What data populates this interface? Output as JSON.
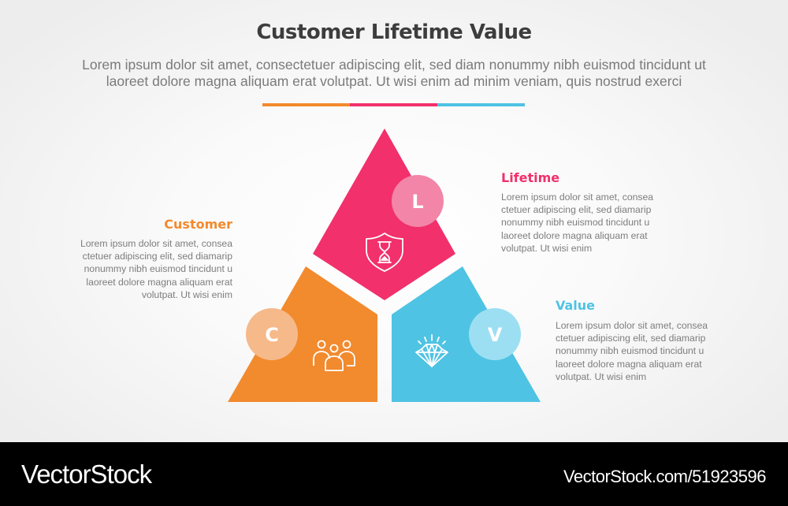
{
  "header": {
    "title": "Customer Lifetime Value",
    "subtitle_line1": "Lorem ipsum dolor sit amet, consectetuer adipiscing elit, sed diam nonummy nibh euismod tincidunt ut",
    "subtitle_line2": "laoreet dolore magna aliquam erat volutpat. Ut wisi enim ad minim veniam, quis nostrud exerci",
    "divider_colors": [
      "#f28a2e",
      "#f2306b",
      "#4fc3e3"
    ]
  },
  "colors": {
    "customer": "#f28a2e",
    "lifetime": "#f2306b",
    "value": "#4fc3e3",
    "customer_badge": "#f6b98a",
    "lifetime_badge": "#f285a8",
    "value_badge": "#9ddff2"
  },
  "segments": [
    {
      "key": "customer",
      "letter": "C",
      "title": "Customer",
      "icon": "people-group-icon",
      "body_lines": [
        "Lorem ipsum dolor sit amet, consea",
        "ctetuer adipiscing elit, sed diamarip",
        "nonummy nibh euismod tincidunt u",
        "laoreet dolore magna aliquam erat",
        "volutpat. Ut wisi enim"
      ]
    },
    {
      "key": "lifetime",
      "letter": "L",
      "title": "Lifetime",
      "icon": "shield-hourglass-icon",
      "body_lines": [
        "Lorem ipsum dolor sit amet, consea",
        "ctetuer adipiscing elit, sed diamarip",
        "nonummy nibh euismod tincidunt u",
        "laoreet dolore magna aliquam erat",
        "volutpat. Ut wisi enim"
      ]
    },
    {
      "key": "value",
      "letter": "V",
      "title": "Value",
      "icon": "diamond-icon",
      "body_lines": [
        "Lorem ipsum dolor sit amet, consea",
        "ctetuer adipiscing elit, sed diamarip",
        "nonummy nibh euismod tincidunt u",
        "laoreet dolore magna aliquam erat",
        "volutpat. Ut wisi enim"
      ]
    }
  ],
  "footer": {
    "brand": "VectorStock",
    "url": "VectorStock.com/51923596"
  }
}
